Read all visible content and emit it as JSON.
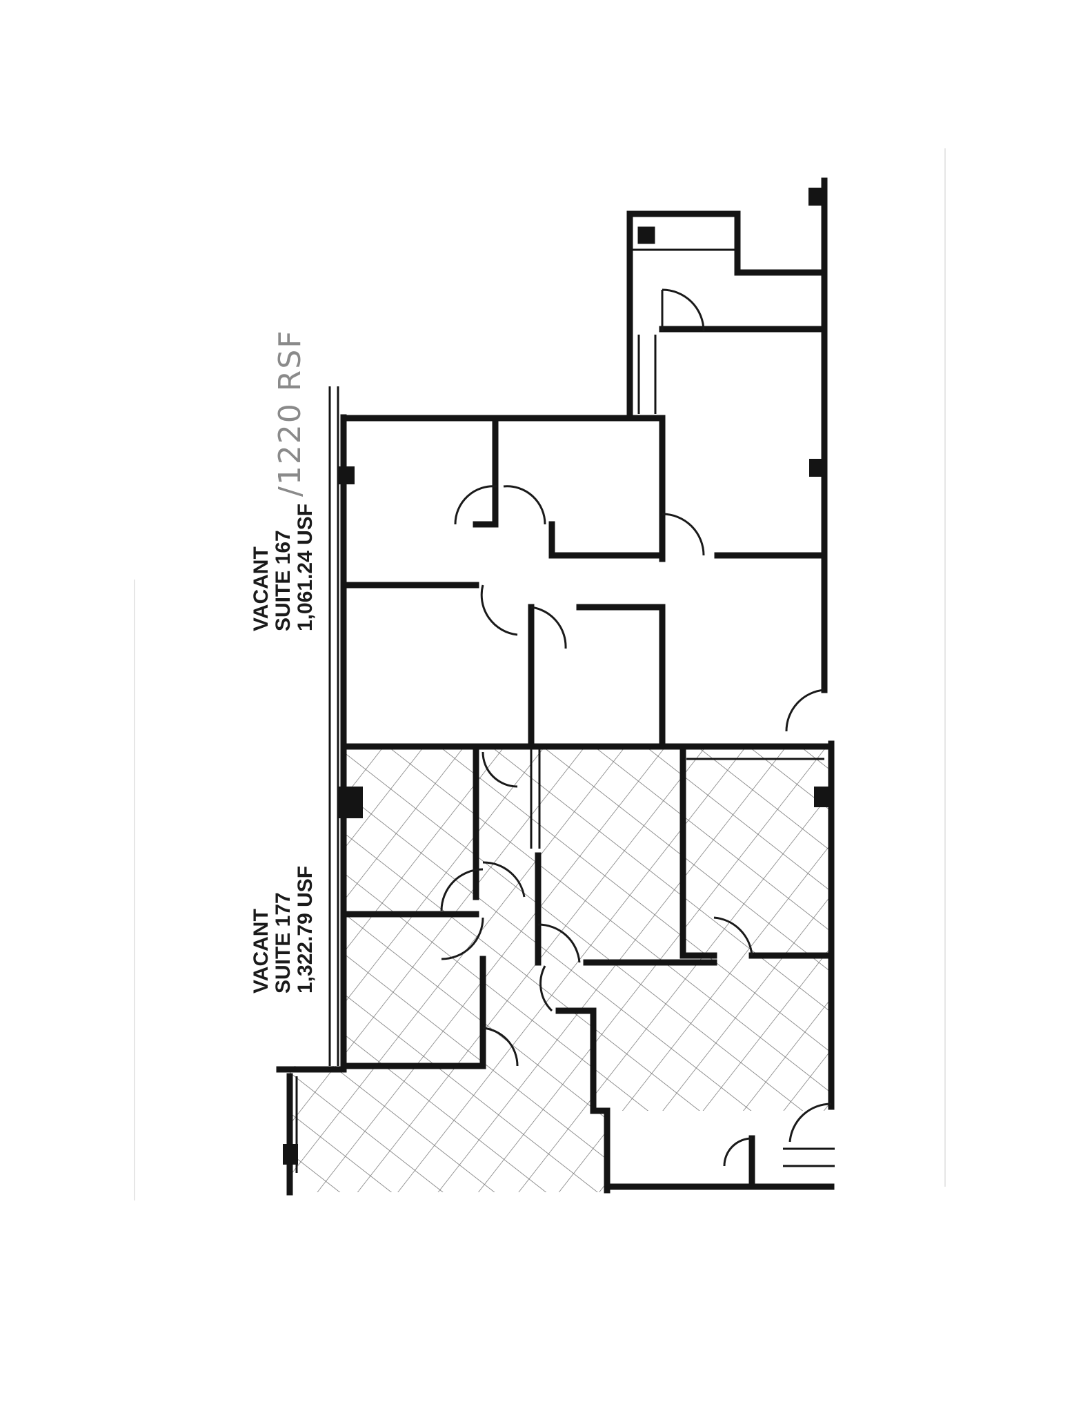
{
  "suite_167": {
    "status": "VACANT",
    "suite": "SUITE 167",
    "area": "1,061.24 USF"
  },
  "suite_177": {
    "status": "VACANT",
    "suite": "SUITE 177",
    "area": "1,322.79 USF"
  },
  "handwritten_note": "/1220 RSF",
  "colors": {
    "wall": "#141414",
    "hatch": "#6e6e6e",
    "paper": "#ffffff"
  }
}
